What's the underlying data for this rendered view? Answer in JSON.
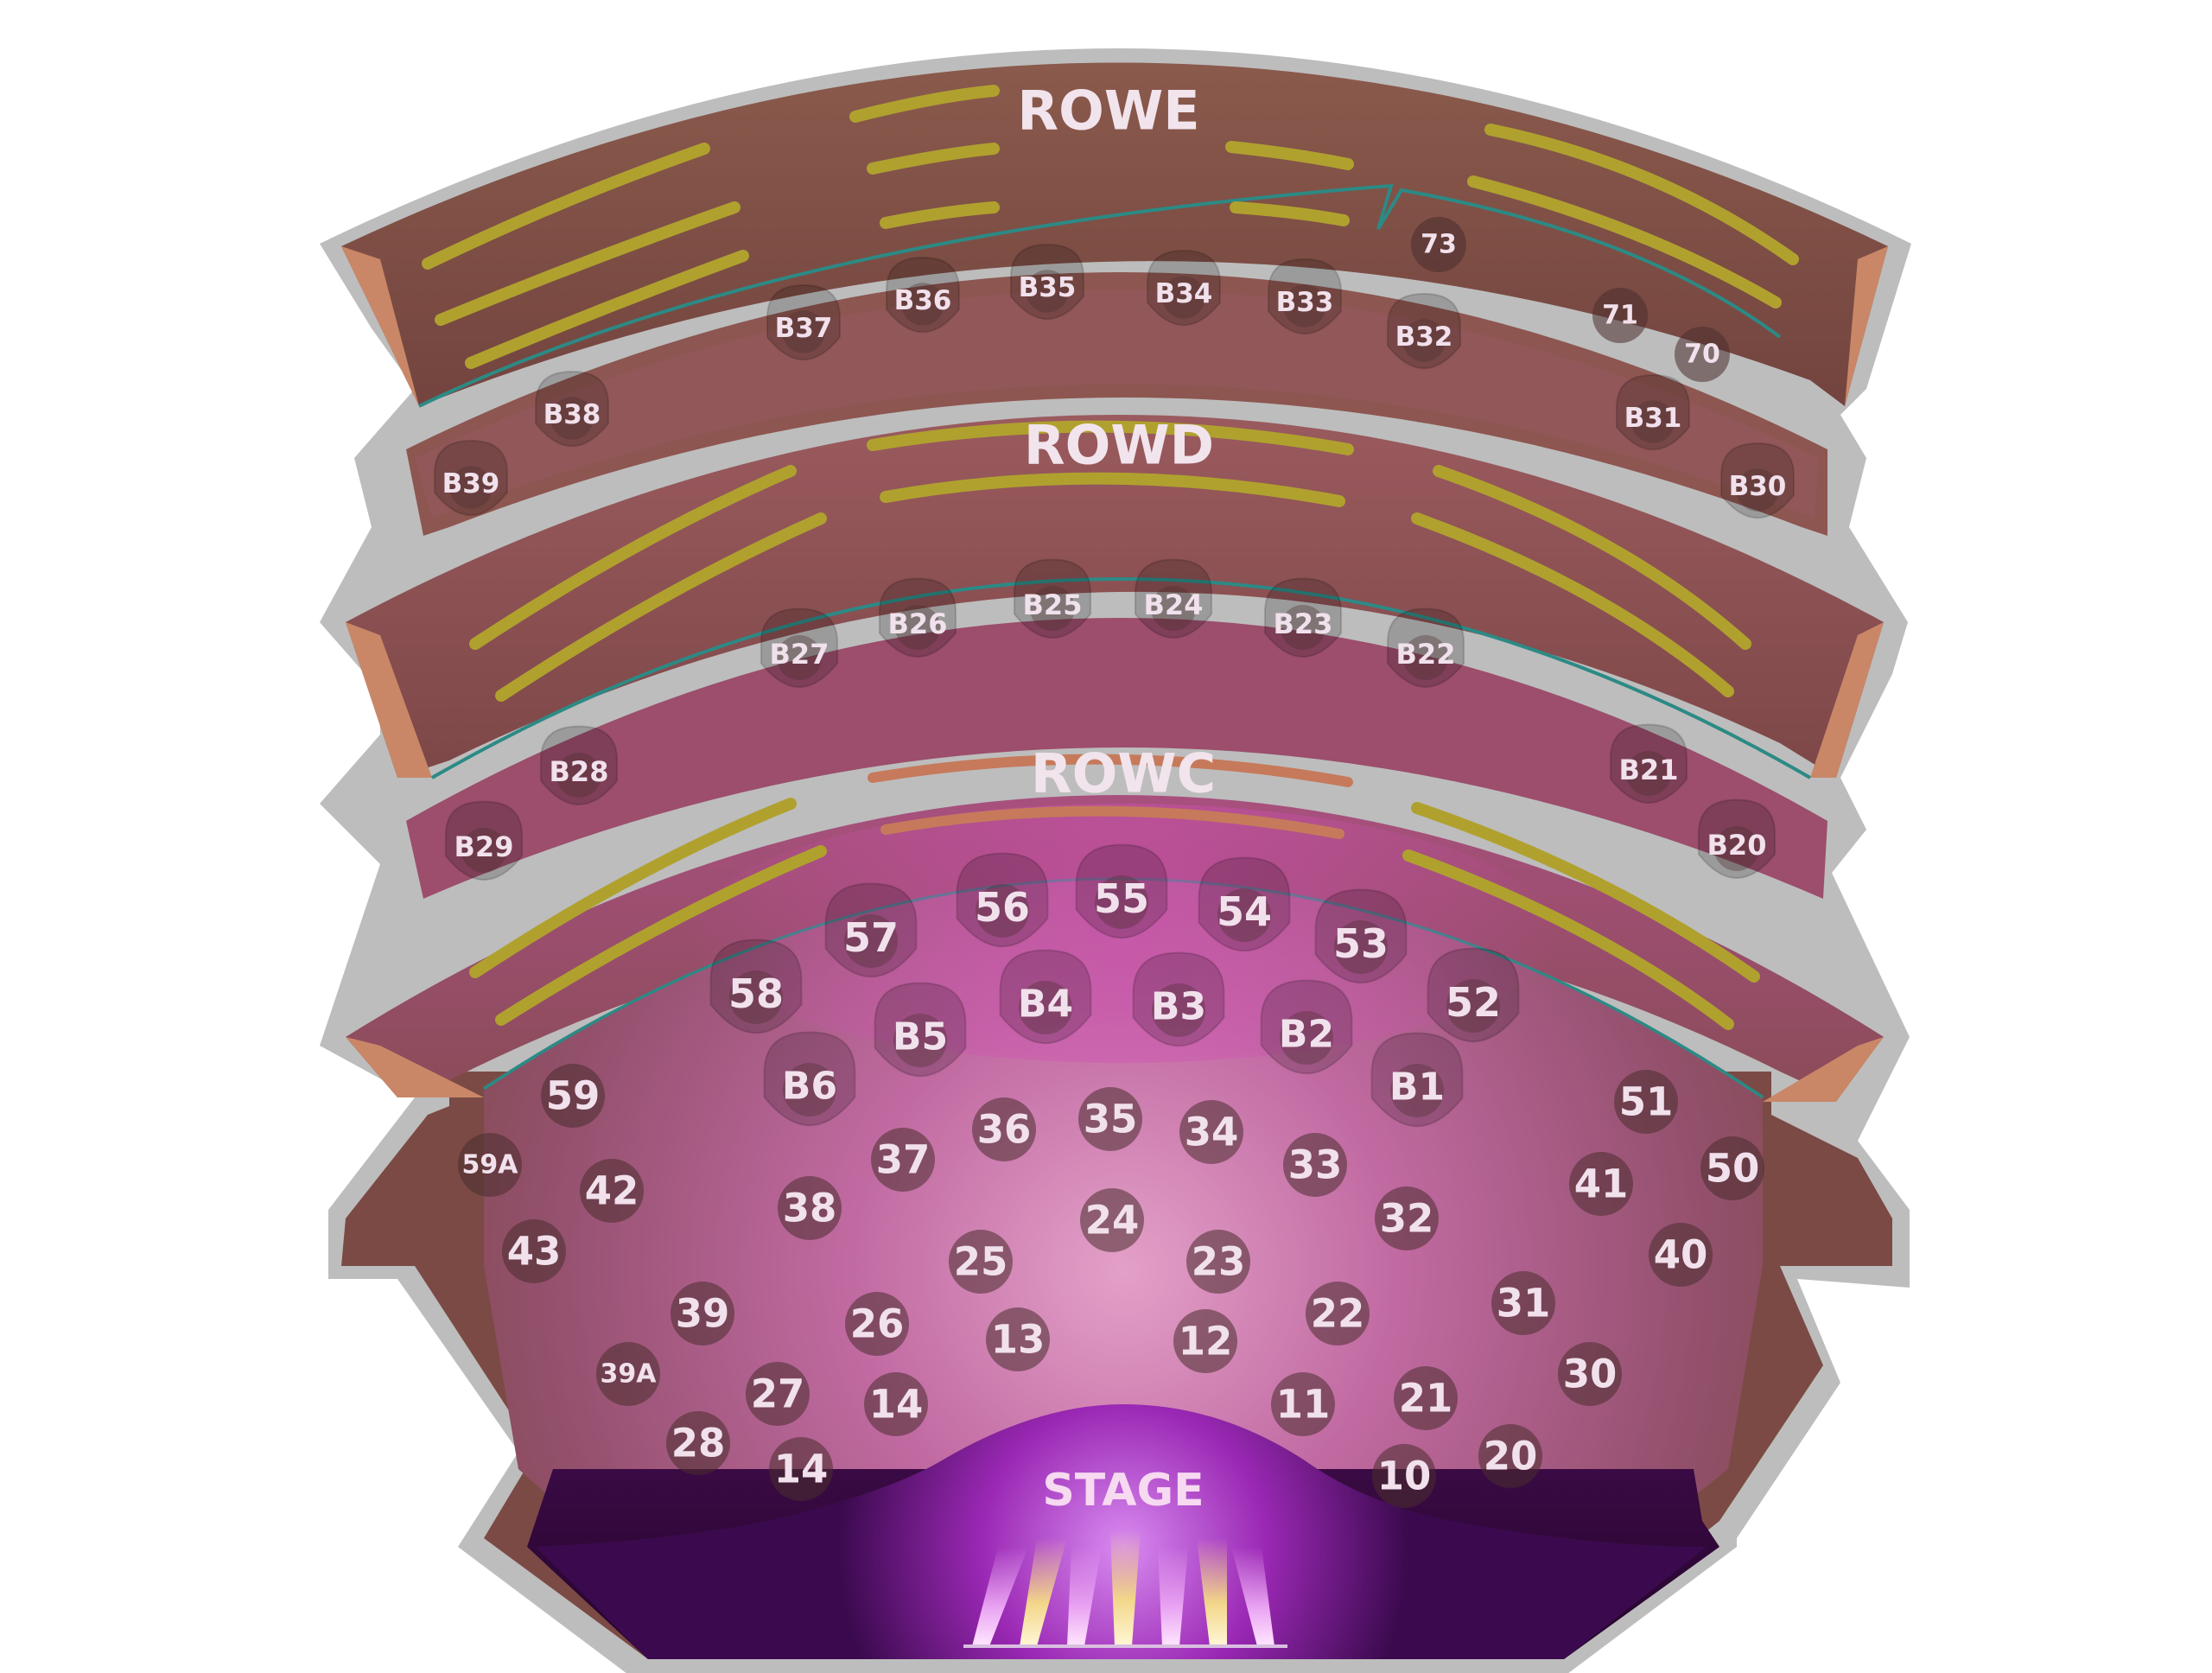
{
  "rows": {
    "row_e": "ROWE",
    "row_d": "ROWD",
    "row_c": "ROWC"
  },
  "stage": "STAGE",
  "colors": {
    "outline": "#b4b4b4",
    "tier_brown": "#7e4c43",
    "tier_copper": "#c98767",
    "pit_magenta": "#b04f90",
    "stage_purple": "#8a1f9e",
    "rail": "#b0a12f",
    "seat_dark": "#4a2e2e"
  },
  "seats": {
    "tier_e": [
      "73",
      "71",
      "70",
      "B37",
      "B36",
      "B35",
      "B34",
      "B33",
      "B32"
    ],
    "tier_e_lower": [
      "B38",
      "B39",
      "B31",
      "B30"
    ],
    "tier_d": [
      "B27",
      "B26",
      "B25",
      "B24",
      "B23",
      "B22"
    ],
    "tier_d_lower": [
      "B28",
      "B29",
      "B21",
      "B20"
    ],
    "tier_c": [
      "56",
      "55",
      "54",
      "57",
      "53",
      "58",
      "52"
    ],
    "floor_b": [
      "B4",
      "B3",
      "B5",
      "B2",
      "B6",
      "B1"
    ],
    "floor": [
      "59",
      "59A",
      "42",
      "43",
      "51",
      "41",
      "50",
      "40",
      "36",
      "35",
      "34",
      "37",
      "33",
      "38",
      "32",
      "24",
      "25",
      "23",
      "39",
      "31",
      "26",
      "22",
      "13",
      "12",
      "39A",
      "30",
      "27",
      "14",
      "11",
      "21",
      "28",
      "14",
      "10",
      "20"
    ]
  }
}
